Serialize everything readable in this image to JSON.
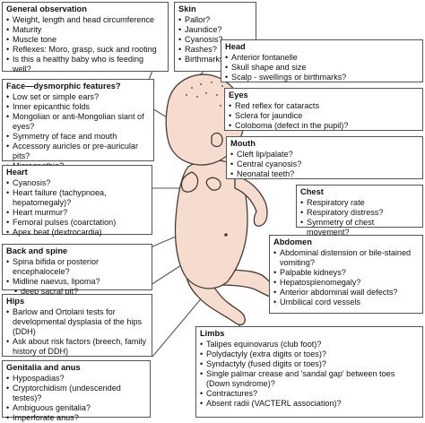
{
  "boxes": [
    {
      "id": "general",
      "title": "General observation",
      "items": [
        {
          "text": "Weight, length and head circumference"
        },
        {
          "text": "Maturity"
        },
        {
          "text": "Muscle tone"
        },
        {
          "text": "Reflexes: Moro, grasp, suck and rooting"
        },
        {
          "text": "Is this a healthy baby who is feeding well?"
        }
      ]
    },
    {
      "id": "skin",
      "title": "Skin",
      "items": [
        {
          "text": "Pallor?"
        },
        {
          "text": "Jaundice?"
        },
        {
          "text": "Cyanosis?"
        },
        {
          "text": "Rashes?"
        },
        {
          "text": "Birthmarks?"
        }
      ]
    },
    {
      "id": "head",
      "title": "Head",
      "items": [
        {
          "text": "Anterior fontanelle"
        },
        {
          "text": "Skull shape and size"
        },
        {
          "text": "Scalp - swellings or birthmarks?"
        }
      ]
    },
    {
      "id": "face",
      "title": "Face—dysmorphic features?",
      "items": [
        {
          "text": "Low set or simple ears?"
        },
        {
          "text": "Inner epicanthic folds"
        },
        {
          "text": "Mongolian or anti-Mongolian slant of eyes?"
        },
        {
          "text": "Symmetry of face and mouth"
        },
        {
          "text": "Accessory auricles or pre-auricular pits?"
        },
        {
          "text": "Micrognathia?"
        }
      ]
    },
    {
      "id": "eyes",
      "title": "Eyes",
      "items": [
        {
          "text": "Red reflex for cataracts"
        },
        {
          "text": "Sclera for jaundice"
        },
        {
          "text": "Coloboma (defect in the pupil)?"
        }
      ]
    },
    {
      "id": "mouth",
      "title": "Mouth",
      "items": [
        {
          "text": "Cleft lip/palate?"
        },
        {
          "text": "Central cyanosis?"
        },
        {
          "text": "Neonatal teeth?"
        }
      ]
    },
    {
      "id": "heart",
      "title": "Heart",
      "items": [
        {
          "text": "Cyanosis?"
        },
        {
          "text": "Heart failure (tachypnoea, hepatomegaly)?"
        },
        {
          "text": "Heart murmur?"
        },
        {
          "text": "Femoral pulses (coarctation)"
        },
        {
          "text": "Apex beat (dextrocardia)"
        }
      ]
    },
    {
      "id": "chest",
      "title": "Chest",
      "items": [
        {
          "text": "Respiratory rate"
        },
        {
          "text": "Respiratory distress?"
        },
        {
          "text": "Symmetry of chest movement?"
        }
      ]
    },
    {
      "id": "back",
      "title": "Back and spine",
      "items": [
        {
          "text": "Spina bifida or posterior encephalocele?"
        },
        {
          "text": "Midline naevus, lipoma?"
        },
        {
          "text": "deep sacral pit?",
          "sub": true
        }
      ]
    },
    {
      "id": "abdomen",
      "title": "Abdomen",
      "items": [
        {
          "text": "Abdominal distension or bile-stained vomiting?"
        },
        {
          "text": "Palpable kidneys?"
        },
        {
          "text": "Hepatosplenomegaly?"
        },
        {
          "text": "Anterior abdominal wall defects?"
        },
        {
          "text": "Umbilical cord vessels"
        }
      ]
    },
    {
      "id": "hips",
      "title": "Hips",
      "items": [
        {
          "text": "Barlow and Ortolani tests for developmental dysplasia of the hips (DDH)"
        },
        {
          "text": "Ask about risk factors (breech, family history of DDH)"
        }
      ]
    },
    {
      "id": "limbs",
      "title": "Limbs",
      "items": [
        {
          "text": "Talipes equinovarus (club foot)?"
        },
        {
          "text": "Polydactyly (extra digits or toes)?"
        },
        {
          "text": "Syndactyly (fused digits or toes)?"
        },
        {
          "text": "Single palmar crease and 'sandal gap' between toes (Down syndrome)?"
        },
        {
          "text": "Contractures?"
        },
        {
          "text": "Absent radii (VACTERL association)?"
        }
      ]
    },
    {
      "id": "genitalia",
      "title": "Genitalia and anus",
      "items": [
        {
          "text": "Hypospadias?"
        },
        {
          "text": "Cryptorchidism (undescended testes)?"
        },
        {
          "text": "Ambiguous genitalia?"
        },
        {
          "text": "Imperforate anus?"
        }
      ]
    }
  ],
  "colors": {
    "skin": "#f5dccf",
    "outline": "#4a3a35",
    "leader": "#555555",
    "border": "#555555"
  }
}
